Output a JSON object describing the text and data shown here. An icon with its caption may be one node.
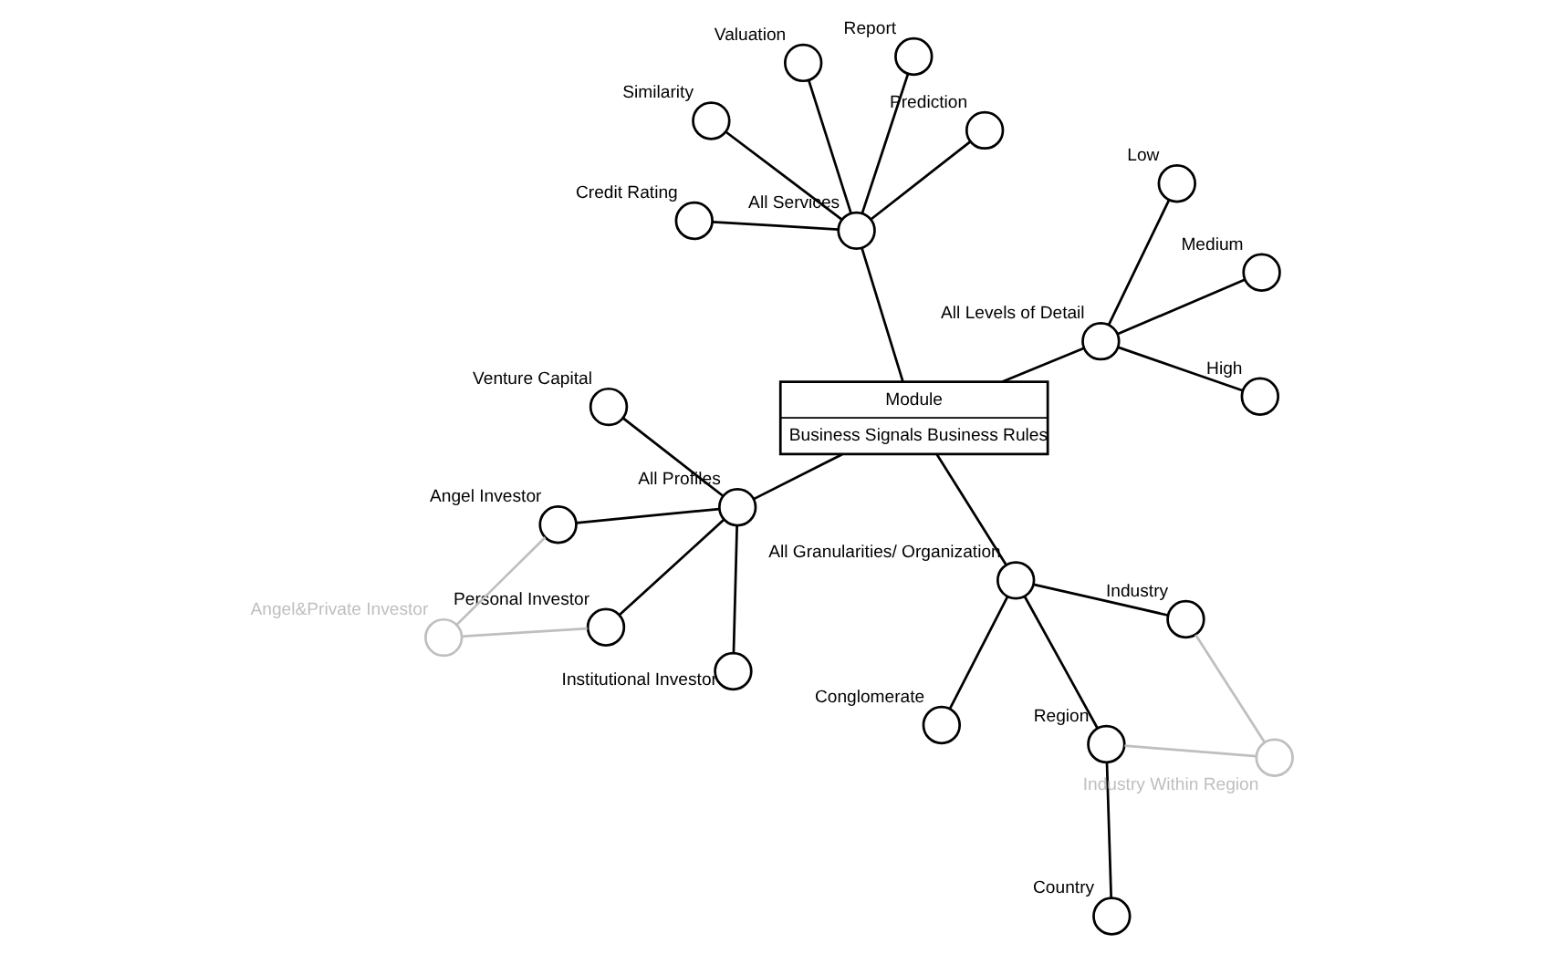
{
  "diagram": {
    "nodes": [
      {
        "text": [
          "Module",
          "Business Signals Business Rules"
        ]
      },
      {
        "text": [],
        "shape": "circle",
        "beside": [
          "All Profiles"
        ]
      },
      {
        "text": [],
        "shape": "circle",
        "beside": [
          "Institutional Investor"
        ]
      },
      {
        "text": [],
        "shape": "circle",
        "beside": [
          "Venture Capital"
        ]
      },
      {
        "text": [],
        "shape": "circle",
        "beside": [
          "Personal Investor"
        ]
      },
      {
        "text": [],
        "shape": "circle",
        "beside": [
          "Angel Investor"
        ]
      },
      {
        "text": [],
        "shape": "circle",
        "beside": [
          "Angel&Private Investor"
        ]
      },
      {
        "text": [],
        "shape": "circle",
        "beside": [
          "All Granularities/ Organization"
        ]
      },
      {
        "text": [],
        "shape": "circle",
        "beside": [
          "Industry"
        ]
      },
      {
        "text": [],
        "shape": "circle",
        "beside": [
          "Region"
        ]
      },
      {
        "text": [],
        "shape": "circle",
        "beside": [
          "Country"
        ]
      },
      {
        "text": [],
        "shape": "circle",
        "beside": [
          "Conglomerate"
        ]
      },
      {
        "text": [],
        "shape": "circle",
        "beside": [
          "Industry Within Region"
        ]
      },
      {
        "text": [],
        "shape": "circle",
        "beside": [
          "All Levels of Detail"
        ]
      },
      {
        "text": [],
        "shape": "circle",
        "beside": [
          "Low"
        ]
      },
      {
        "text": [],
        "shape": "circle",
        "beside": [
          "Medium"
        ]
      },
      {
        "text": [],
        "shape": "circle",
        "beside": [
          "High"
        ]
      },
      {
        "text": [],
        "shape": "circle",
        "beside": [
          "All Services"
        ]
      },
      {
        "text": [],
        "shape": "circle",
        "beside": [
          "Similarity"
        ]
      },
      {
        "text": [],
        "shape": "circle",
        "beside": [
          "Valuation"
        ]
      },
      {
        "text": [],
        "shape": "circle",
        "beside": [
          "Prediction"
        ]
      },
      {
        "text": [],
        "shape": "circle",
        "beside": [
          "Credit Rating"
        ]
      },
      {
        "text": [],
        "shape": "circle",
        "beside": [
          "Report"
        ]
      }
    ],
    "edges": [
      {
        "from": 1,
        "to": 0,
        "arrow": "none"
      },
      {
        "from": 1,
        "to": 2,
        "arrow": "none"
      },
      {
        "from": 1,
        "to": 3,
        "arrow": "none"
      },
      {
        "from": 1,
        "to": 4,
        "arrow": "none"
      },
      {
        "from": 1,
        "to": 5,
        "arrow": "none"
      },
      {
        "from": 6,
        "to": 4,
        "arrow": "none",
        "color": "#bfbfbf"
      },
      {
        "from": 6,
        "to": 5,
        "arrow": "none",
        "color": "#bfbfbf"
      },
      {
        "from": 7,
        "to": 0,
        "arrow": "none"
      },
      {
        "from": 7,
        "to": 8,
        "arrow": "none"
      },
      {
        "from": 7,
        "to": 9,
        "arrow": "none"
      },
      {
        "from": 7,
        "to": 11,
        "arrow": "none"
      },
      {
        "from": 10,
        "to": 9,
        "arrow": "none"
      },
      {
        "from": 12,
        "to": 8,
        "arrow": "none",
        "color": "#bfbfbf"
      },
      {
        "from": 12,
        "to": 9,
        "arrow": "none",
        "color": "#bfbfbf"
      },
      {
        "from": 13,
        "to": 0,
        "arrow": "none"
      },
      {
        "from": 13,
        "to": 14,
        "arrow": "none"
      },
      {
        "from": 13,
        "to": 15,
        "arrow": "none"
      },
      {
        "from": 13,
        "to": 16,
        "arrow": "none"
      },
      {
        "from": 17,
        "to": 0,
        "arrow": "none"
      },
      {
        "from": 17,
        "to": 18,
        "arrow": "none"
      },
      {
        "from": 17,
        "to": 19,
        "arrow": "none"
      },
      {
        "from": 17,
        "to": 20,
        "arrow": "none"
      },
      {
        "from": 17,
        "to": 21,
        "arrow": "none"
      },
      {
        "from": 17,
        "to": 22,
        "arrow": "none"
      }
    ]
  }
}
